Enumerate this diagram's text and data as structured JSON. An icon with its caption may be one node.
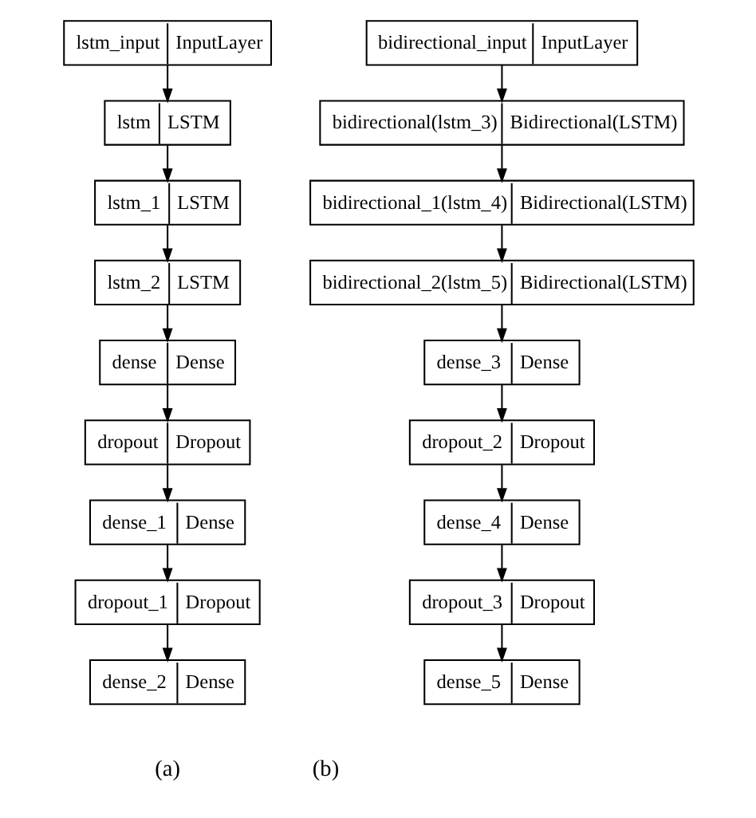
{
  "diagram": {
    "nodes": [
      {
        "text": [
          "lstm_input",
          "InputLayer"
        ]
      },
      {
        "text": [
          "lstm",
          "LSTM"
        ]
      },
      {
        "text": [
          "lstm_1",
          "LSTM"
        ]
      },
      {
        "text": [
          "lstm_2",
          "LSTM"
        ]
      },
      {
        "text": [
          "dense",
          "Dense"
        ]
      },
      {
        "text": [
          "dropout",
          "Dropout"
        ]
      },
      {
        "text": [
          "dense_1",
          "Dense"
        ]
      },
      {
        "text": [
          "dropout_1",
          "Dropout"
        ]
      },
      {
        "text": [
          "dense_2",
          "Dense"
        ]
      },
      {
        "text": [
          "bidirectional_input",
          "InputLayer"
        ]
      },
      {
        "text": [
          "bidirectional(lstm_3)",
          "Bidirectional(LSTM)"
        ]
      },
      {
        "text": [
          "bidirectional_1(lstm_4)",
          "Bidirectional(LSTM)"
        ]
      },
      {
        "text": [
          "bidirectional_2(lstm_5)",
          "Bidirectional(LSTM)"
        ]
      },
      {
        "text": [
          "dense_3",
          "Dense"
        ]
      },
      {
        "text": [
          "dropout_2",
          "Dropout"
        ]
      },
      {
        "text": [
          "dense_4",
          "Dense"
        ]
      },
      {
        "text": [
          "dropout_3",
          "Dropout"
        ]
      },
      {
        "text": [
          "dense_5",
          "Dense"
        ]
      }
    ],
    "edges": [
      {
        "from": 0,
        "to": 1,
        "arrow": "to"
      },
      {
        "from": 1,
        "to": 2,
        "arrow": "to"
      },
      {
        "from": 2,
        "to": 3,
        "arrow": "to"
      },
      {
        "from": 3,
        "to": 4,
        "arrow": "to"
      },
      {
        "from": 4,
        "to": 5,
        "arrow": "to"
      },
      {
        "from": 5,
        "to": 6,
        "arrow": "to"
      },
      {
        "from": 6,
        "to": 7,
        "arrow": "to"
      },
      {
        "from": 7,
        "to": 8,
        "arrow": "to"
      },
      {
        "from": 9,
        "to": 10,
        "arrow": "to"
      },
      {
        "from": 10,
        "to": 11,
        "arrow": "to"
      },
      {
        "from": 11,
        "to": 12,
        "arrow": "to"
      },
      {
        "from": 12,
        "to": 13,
        "arrow": "to"
      },
      {
        "from": 13,
        "to": 14,
        "arrow": "to"
      },
      {
        "from": 14,
        "to": 15,
        "arrow": "to"
      },
      {
        "from": 15,
        "to": 16,
        "arrow": "to"
      },
      {
        "from": 16,
        "to": 17,
        "arrow": "to"
      }
    ],
    "labels": [
      "(a)",
      "(b)"
    ]
  }
}
